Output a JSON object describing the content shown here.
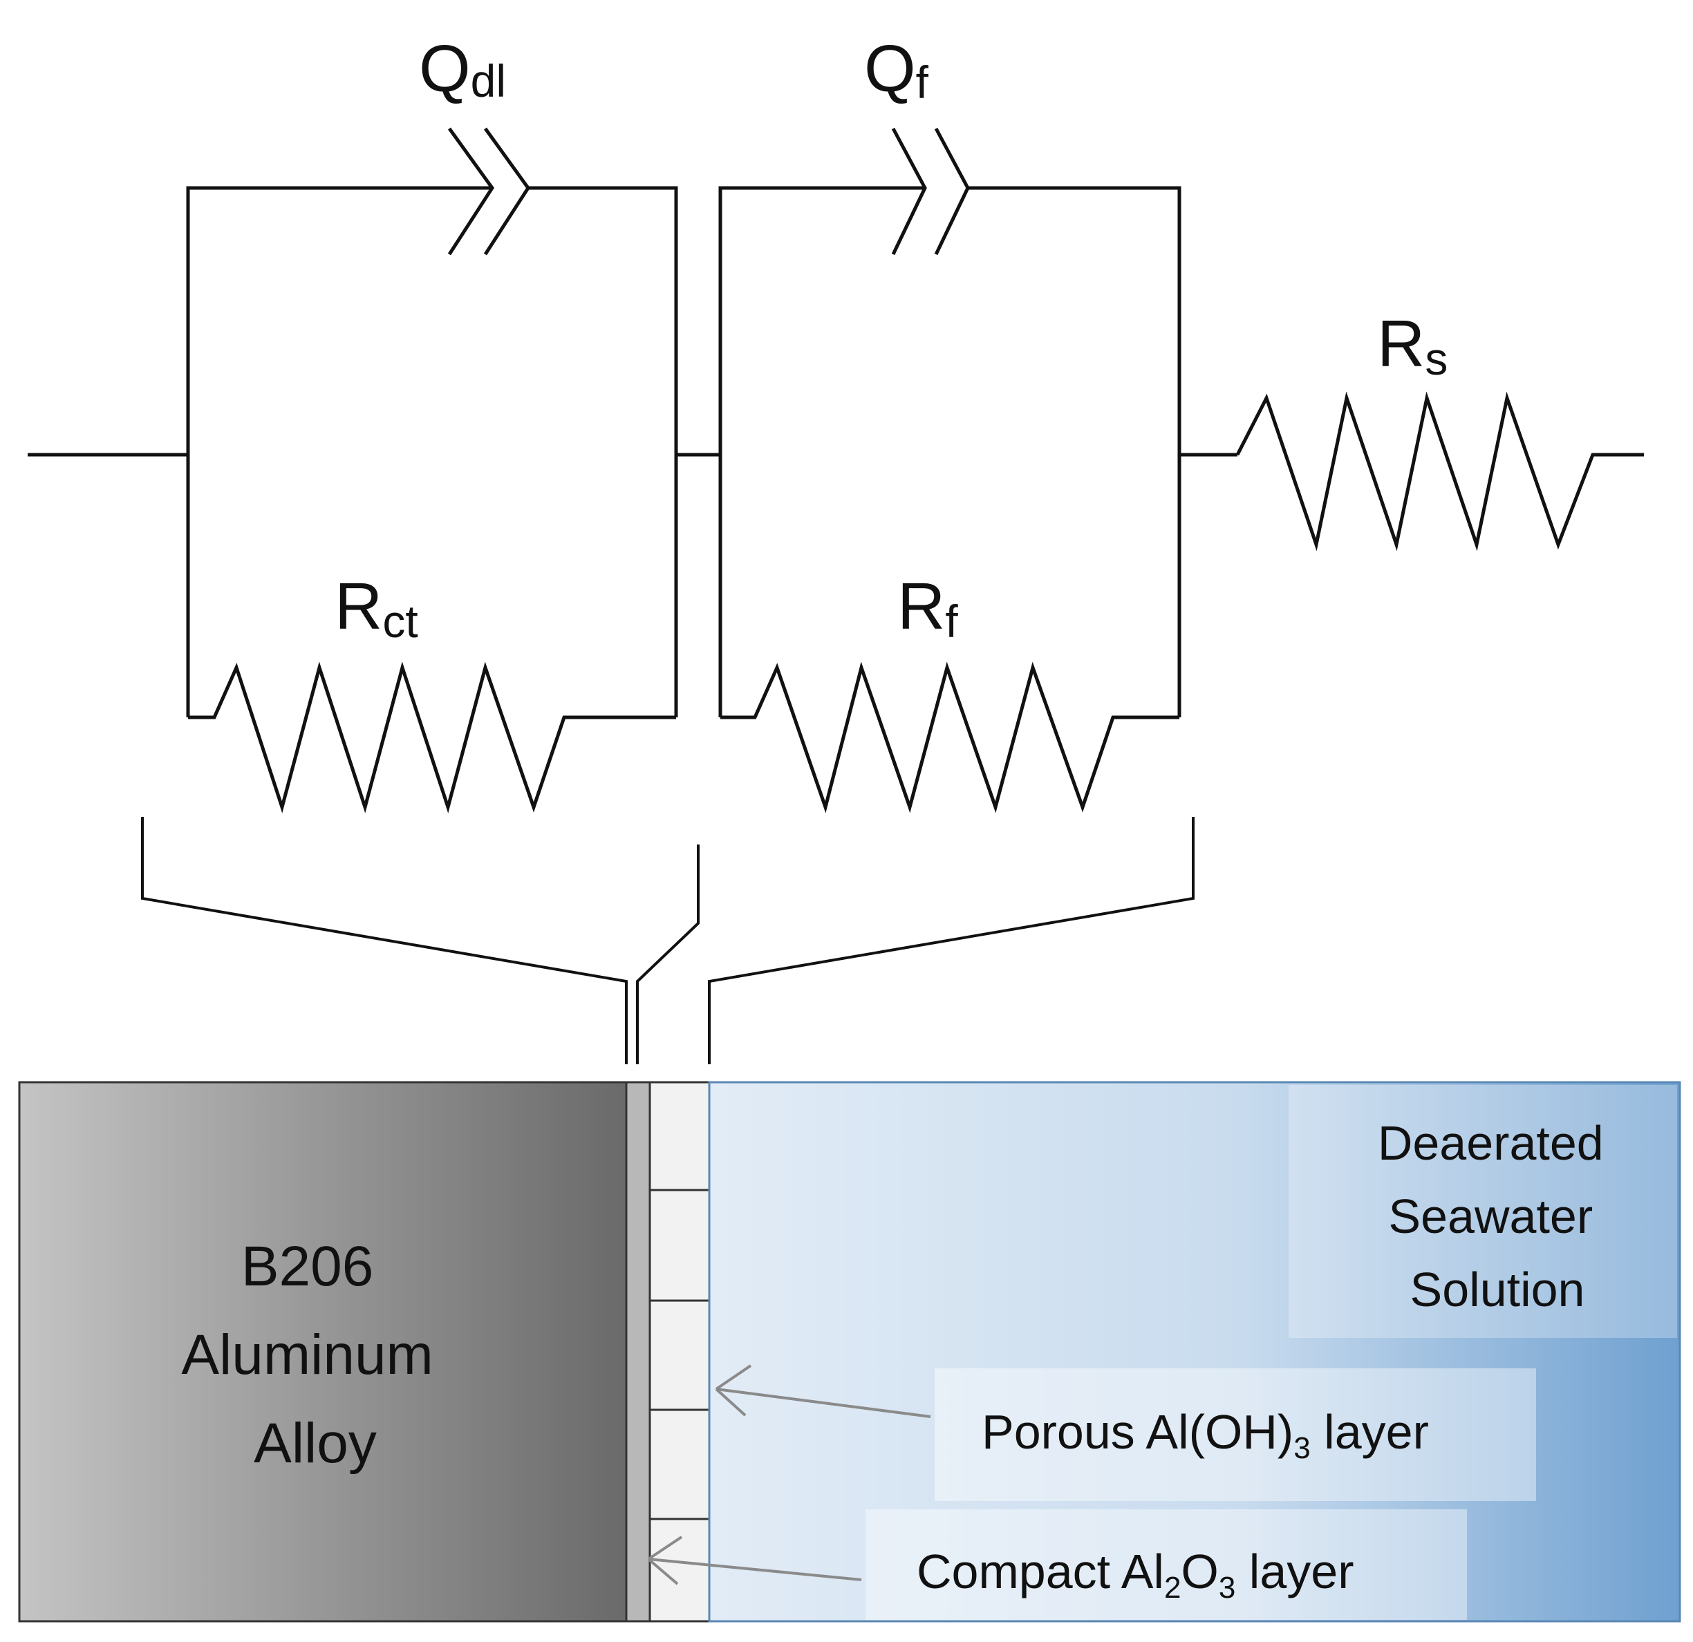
{
  "circuit": {
    "qdl": {
      "main": "Q",
      "sub": "dl"
    },
    "qf": {
      "main": "Q",
      "sub": "f"
    },
    "rs": {
      "main": "R",
      "sub": "s"
    },
    "rct": {
      "main": "R",
      "sub": "ct"
    },
    "rf": {
      "main": "R",
      "sub": "f"
    }
  },
  "schematic": {
    "alloy_lines": [
      "B206",
      "Aluminum",
      "Alloy"
    ],
    "solution_lines": [
      "Deaerated",
      "Seawater",
      "Solution"
    ],
    "porous_label": {
      "pre": "Porous Al(OH)",
      "sub": "3",
      "post": " layer"
    },
    "compact_label": {
      "pre": "Compact Al",
      "sub1": "2",
      "mid": "O",
      "sub2": "3",
      "post": " layer"
    }
  },
  "colors": {
    "alloy_light": "#c4c4c4",
    "alloy_dark": "#6a6a6a",
    "water_light": "#e2ecf6",
    "water_dark": "#6fa0d0",
    "layer_fill": "#f2f2f2",
    "arrow": "#8a8a8a"
  }
}
